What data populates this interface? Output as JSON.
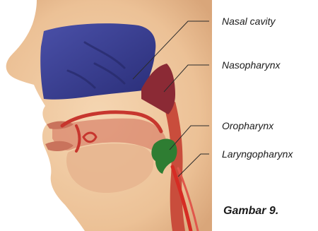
{
  "labels": {
    "nasal_cavity": "Nasal cavity",
    "nasopharynx": "Nasopharynx",
    "oropharynx": "Oropharynx",
    "laryngopharynx": "Laryngopharynx"
  },
  "caption": "Gambar 9. ",
  "colors": {
    "skin": "#f0c9a0",
    "skin_shadow": "#d9a67a",
    "nasal_cavity": "#3a3f94",
    "nasopharynx": "#8b2a35",
    "oropharynx": "#2e7d32",
    "tissue": "#c94d3c",
    "vessel": "#d62c24",
    "leader_line": "#2b2b2b"
  }
}
